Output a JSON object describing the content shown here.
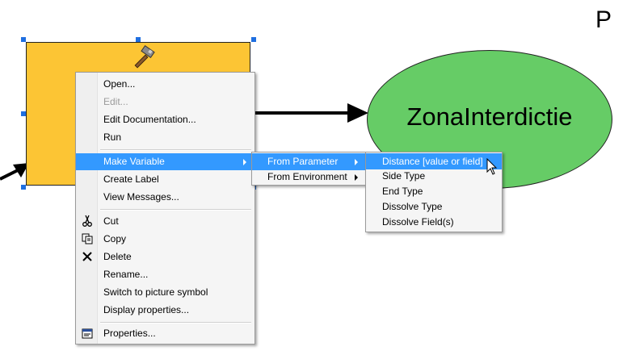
{
  "diagram": {
    "ellipse_label": "ZonaInterdictie",
    "corner_letter": "P"
  },
  "main_menu": {
    "items": [
      {
        "label": "Open...",
        "icon": "",
        "disabled": false
      },
      {
        "label": "Edit...",
        "icon": "",
        "disabled": true
      },
      {
        "label": "Edit Documentation...",
        "icon": "",
        "disabled": false
      },
      {
        "label": "Run",
        "icon": "",
        "disabled": false
      },
      {
        "label": "Make Variable",
        "icon": "",
        "submenu": true,
        "highlighted": true
      },
      {
        "label": "Create Label",
        "icon": ""
      },
      {
        "label": "View Messages...",
        "icon": ""
      },
      {
        "label": "Cut",
        "icon": "scissors-icon"
      },
      {
        "label": "Copy",
        "icon": "copy-icon"
      },
      {
        "label": "Delete",
        "icon": "delete-x-icon"
      },
      {
        "label": "Rename...",
        "icon": ""
      },
      {
        "label": "Switch to picture symbol",
        "icon": ""
      },
      {
        "label": "Display properties...",
        "icon": ""
      },
      {
        "label": "Properties...",
        "icon": "properties-icon"
      }
    ]
  },
  "submenu_variable": {
    "items": [
      {
        "label": "From Parameter",
        "submenu": true,
        "highlighted": true
      },
      {
        "label": "From Environment",
        "submenu": true
      }
    ]
  },
  "submenu_parameter": {
    "items": [
      {
        "label": "Distance [value or field]",
        "highlighted": true
      },
      {
        "label": "Side Type"
      },
      {
        "label": "End Type"
      },
      {
        "label": "Dissolve Type"
      },
      {
        "label": "Dissolve Field(s)"
      }
    ]
  },
  "colors": {
    "tool_fill": "#fcc534",
    "variable_fill": "#66cc66",
    "selection_handles": "#1f6fe0",
    "menu_highlight": "#3399ff"
  }
}
